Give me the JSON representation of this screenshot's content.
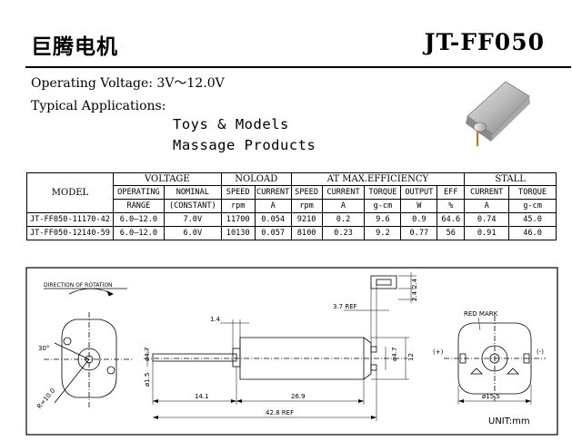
{
  "header": {
    "brand": "巨腾电机",
    "model": "JT-FF050"
  },
  "voltage_line": "Operating  Voltage: 3V～12.0V",
  "applications": {
    "label": "Typical Applications:",
    "items": [
      "Toys  &  Models",
      "Massage  Products"
    ]
  },
  "table": {
    "model_head": "MODEL",
    "groups": [
      "VOLTAGE",
      "NOLOAD",
      "AT MAX.EFFICIENCY",
      "STALL"
    ],
    "sub_head": [
      "OPERATING",
      "NOMINAL",
      "SPEED",
      "CURRENT",
      "SPEED",
      "CURRENT",
      "TORQUE",
      "OUTPUT",
      "EFF",
      "CURRENT",
      "TORQUE"
    ],
    "units": [
      "RANGE",
      "(CONSTANT)",
      "rpm",
      "A",
      "rpm",
      "A",
      "g-cm",
      "W",
      "%",
      "A",
      "g-cm"
    ],
    "rows": [
      [
        "JT-FF050-11170-42",
        "6.0–12.0",
        "7.0V",
        "11700",
        "0.054",
        "9210",
        "0.2",
        "9.6",
        "0.9",
        "64.6",
        "0.74",
        "45.0"
      ],
      [
        "JT-FF050-12140-59",
        "6.0–12.0",
        "6.0V",
        "10130",
        "0.057",
        "8100",
        "0.23",
        "9.2",
        "0.77",
        "56",
        "0.91",
        "46.0"
      ]
    ]
  },
  "drawing": {
    "rotation_label": "DIRECTION OF ROTATION",
    "angle": "30°",
    "r_label": "R=10.0",
    "dim_14": "1.4",
    "dim_47a": "ø4.7",
    "dim_15": "ø1.5",
    "dim_141": "14.1",
    "dim_269": "26.9",
    "dim_428": "42.8 REF",
    "dim_37": "3.7 REF",
    "dim_24": "2.4",
    "dim_24b": "2.4",
    "dim_47b": "ø4.7",
    "dim_12": "12",
    "red_mark": "RED MARK",
    "plus": "(+)",
    "minus": "(-)",
    "dim_155": "ø15.5"
  },
  "unit_label": "UNIT:mm"
}
